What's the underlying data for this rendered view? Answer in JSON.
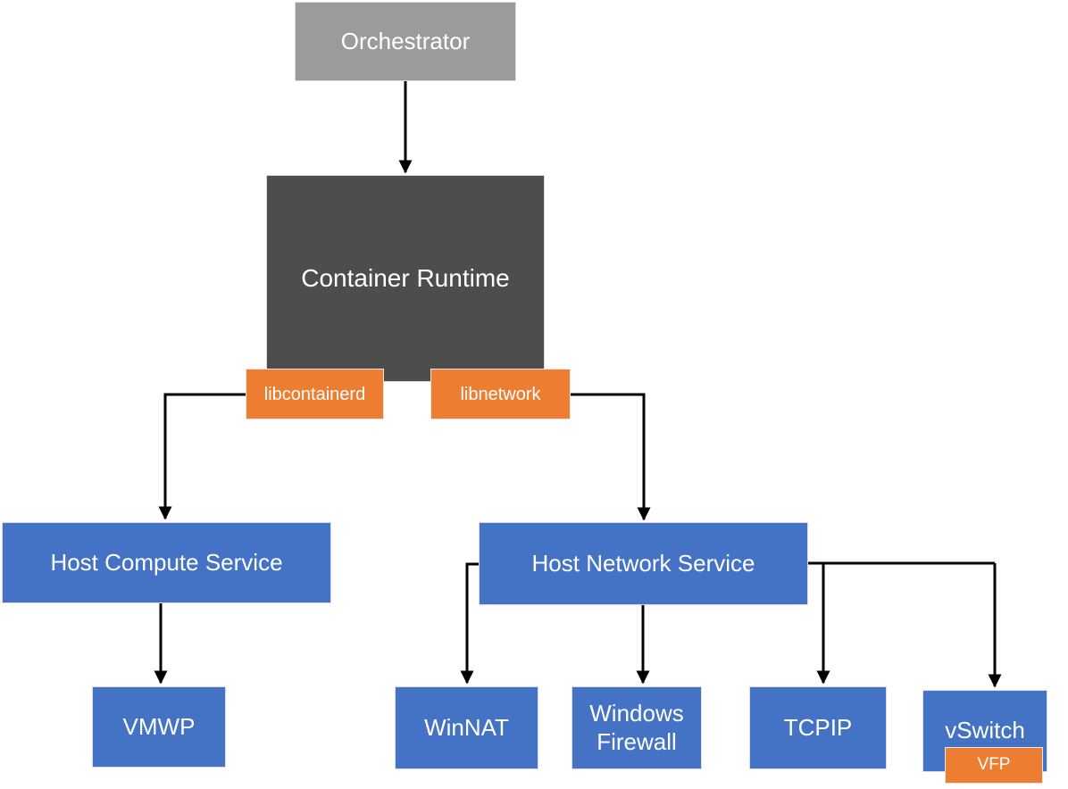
{
  "diagram": {
    "type": "architecture-flow-diagram",
    "nodes": {
      "orchestrator": {
        "label": "Orchestrator",
        "role": "orchestrator",
        "color": "#9b9b9b"
      },
      "container_runtime": {
        "label": "Container Runtime",
        "role": "runtime",
        "color": "#4d4d4d"
      },
      "libcontainerd": {
        "label": "libcontainerd",
        "role": "runtime-library",
        "color": "#ed7d31"
      },
      "libnetwork": {
        "label": "libnetwork",
        "role": "runtime-library",
        "color": "#ed7d31"
      },
      "host_compute_service": {
        "label": "Host Compute Service",
        "role": "windows-service",
        "color": "#4472c4"
      },
      "host_network_service": {
        "label": "Host Network Service",
        "role": "windows-service",
        "color": "#4472c4"
      },
      "vmwp": {
        "label": "VMWP",
        "role": "component",
        "color": "#4472c4"
      },
      "winnat": {
        "label": "WinNAT",
        "role": "component",
        "color": "#4472c4"
      },
      "windows_firewall": {
        "label": "Windows Firewall",
        "role": "component",
        "color": "#4472c4"
      },
      "tcpip": {
        "label": "TCPIP",
        "role": "component",
        "color": "#4472c4"
      },
      "vswitch": {
        "label": "vSwitch",
        "role": "component",
        "color": "#4472c4"
      },
      "vfp": {
        "label": "VFP",
        "role": "vswitch-extension",
        "color": "#ed7d31"
      }
    },
    "edges": [
      {
        "from": "orchestrator",
        "to": "container_runtime",
        "arrow": true
      },
      {
        "from": "libcontainerd",
        "to": "host_compute_service",
        "arrow": true
      },
      {
        "from": "libnetwork",
        "to": "host_network_service",
        "arrow": true
      },
      {
        "from": "host_compute_service",
        "to": "vmwp",
        "arrow": true
      },
      {
        "from": "host_network_service",
        "to": "winnat",
        "arrow": true
      },
      {
        "from": "host_network_service",
        "to": "windows_firewall",
        "arrow": true
      },
      {
        "from": "host_network_service",
        "to": "tcpip",
        "arrow": true
      },
      {
        "from": "host_network_service",
        "to": "vswitch",
        "arrow": true
      }
    ],
    "colors": {
      "node_blue": "#4472c4",
      "node_orange": "#ed7d31",
      "node_dark_gray": "#4d4d4d",
      "node_light_gray": "#9b9b9b",
      "connector": "#000000",
      "text": "#ffffff",
      "background": "#ffffff"
    }
  }
}
